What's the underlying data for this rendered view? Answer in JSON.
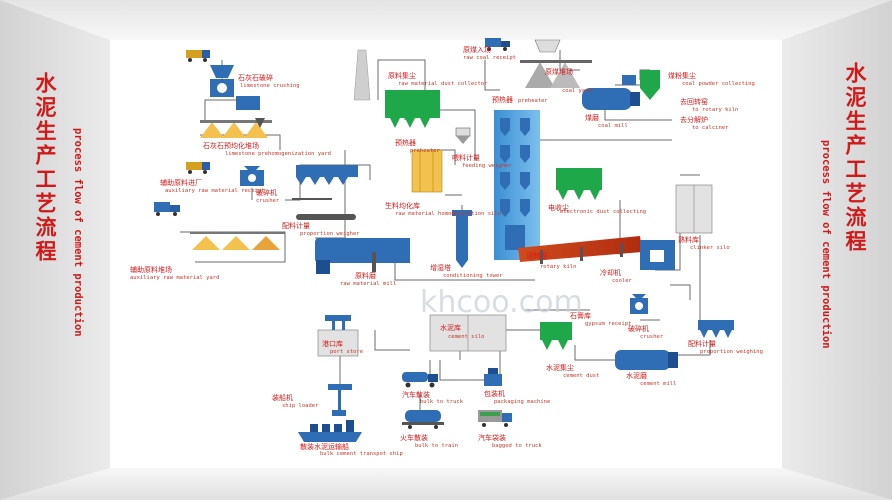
{
  "side_title_left": {
    "zh": "水泥生产工艺流程",
    "en": "process flow of cement production"
  },
  "side_title_right": {
    "zh": "水泥生产工艺流程",
    "en": "process flow of cement production"
  },
  "watermark": "khcoo.com",
  "colors": {
    "blue": "#2f6db5",
    "green": "#1fa84a",
    "orange": "#e8a33a",
    "yellow": "#f2c14e",
    "red": "#d0341a",
    "label": "#d01a1a",
    "panel": "#d6d6d6"
  },
  "labels": {
    "limestone_crushing": {
      "zh": "石灰石破碎",
      "en": "limestone crushing"
    },
    "limestone_yard": {
      "zh": "石灰石预均化堆场",
      "en": "limestone prehomogenization yard"
    },
    "aux_entry": {
      "zh": "辅助原料进厂",
      "en": "auxiliary raw material receipt"
    },
    "crusher1": {
      "zh": "破碎机",
      "en": "crusher"
    },
    "aux_yard": {
      "zh": "辅助原料堆场",
      "en": "auxiliary raw material yard"
    },
    "proportion_weigher": {
      "zh": "配料计量",
      "en": "proportion weigher"
    },
    "raw_dust": {
      "zh": "原料集尘",
      "en": "raw material dust collector"
    },
    "preheater1": {
      "zh": "预热器",
      "en": "preheater"
    },
    "feeding_weigher": {
      "zh": "喂料计量",
      "en": "feeding weigher"
    },
    "homo_silo": {
      "zh": "生料均化库",
      "en": "raw material homogenization silo"
    },
    "raw_mill": {
      "zh": "原料磨",
      "en": "raw material mill"
    },
    "conditioning_tower": {
      "zh": "增湿塔",
      "en": "conditioning tower"
    },
    "coal_receipt": {
      "zh": "原煤入场",
      "en": "raw coal receipt"
    },
    "coal_yard": {
      "zh": "原煤堆场",
      "en": "coal yard"
    },
    "coal_powder": {
      "zh": "煤粉集尘",
      "en": "coal powder collecting"
    },
    "preheater2": {
      "zh": "预热器",
      "en": "preheater"
    },
    "to_kiln": {
      "zh": "去回转窑",
      "en": "to rotary kiln"
    },
    "to_calciner": {
      "zh": "去分解炉",
      "en": "to calciner"
    },
    "coal_mill": {
      "zh": "煤磨",
      "en": "coal mill"
    },
    "esp": {
      "zh": "电收尘",
      "en": "electronic dust collecting"
    },
    "clinker_silo": {
      "zh": "熟料库",
      "en": "clinker silo"
    },
    "rotary_kiln": {
      "zh": "回转窑",
      "en": "rotary kiln"
    },
    "cooler": {
      "zh": "冷却机",
      "en": "cooler"
    },
    "port_store": {
      "zh": "港口库",
      "en": "port store"
    },
    "cement_silo": {
      "zh": "水泥库",
      "en": "cement silo"
    },
    "gypsum": {
      "zh": "石膏库",
      "en": "gypsum receipt"
    },
    "crusher2": {
      "zh": "破碎机",
      "en": "crusher"
    },
    "prop_weigh2": {
      "zh": "配料计量",
      "en": "proportion weighing"
    },
    "cement_dust": {
      "zh": "水泥集尘",
      "en": "cement dust"
    },
    "cement_mill": {
      "zh": "水泥磨",
      "en": "cement mill"
    },
    "ship_loader": {
      "zh": "装船机",
      "en": "ship loader"
    },
    "bulk_truck": {
      "zh": "汽车散装",
      "en": "bulk to truck"
    },
    "packaging": {
      "zh": "包装机",
      "en": "packaging machine"
    },
    "bulk_ship": {
      "zh": "散装水泥运输船",
      "en": "bulk cement transpot ship"
    },
    "bulk_train": {
      "zh": "火车散装",
      "en": "bulk to train"
    },
    "bagged_truck": {
      "zh": "汽车袋装",
      "en": "bagged to truck"
    }
  }
}
